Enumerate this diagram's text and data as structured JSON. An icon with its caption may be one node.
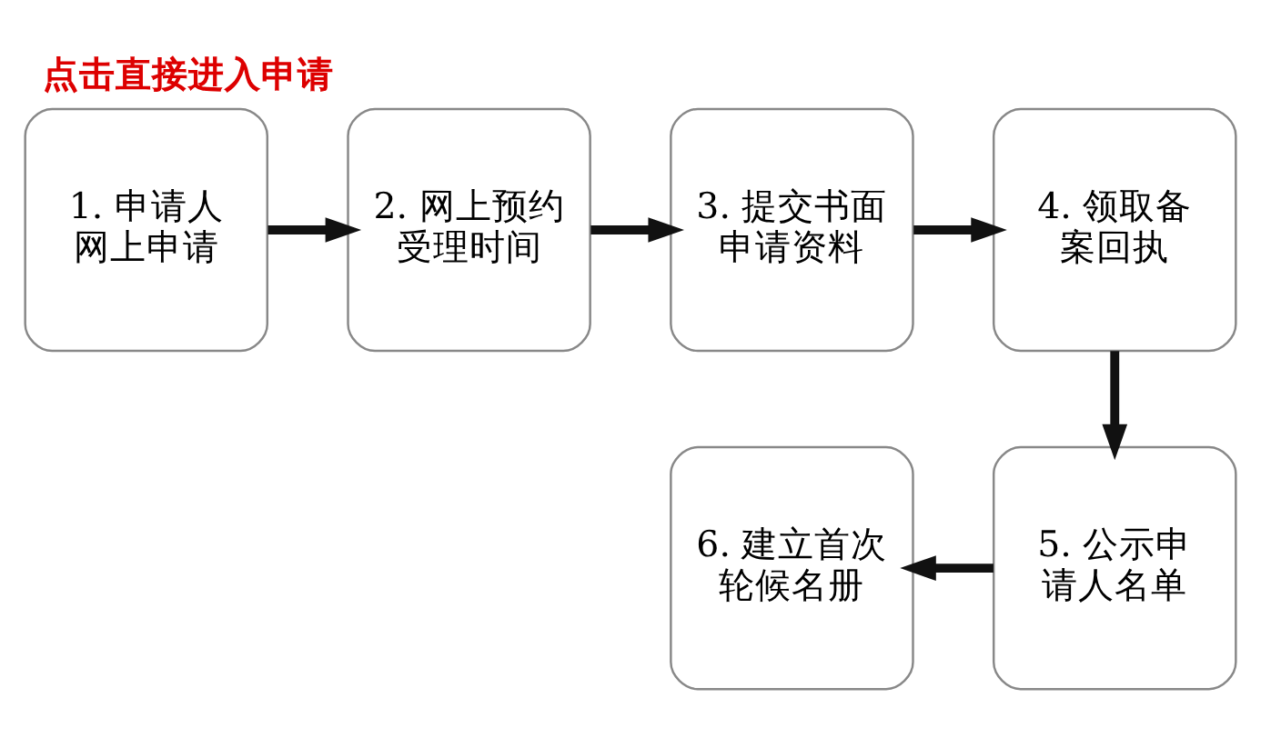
{
  "diagram": {
    "title": "点击直接进入申请",
    "nodes": [
      {
        "text": [
          "1. 申请人网上申请"
        ]
      },
      {
        "text": [
          "2. 网上预约受理时间"
        ]
      },
      {
        "text": [
          "3. 提交书面申请资料"
        ]
      },
      {
        "text": [
          "4. 领取备案回执"
        ]
      },
      {
        "text": [
          "5. 公示申请人名单"
        ]
      },
      {
        "text": [
          "6. 建立首次轮候名册"
        ]
      }
    ],
    "edges": [
      {
        "from": 0,
        "to": 1,
        "arrow": "to"
      },
      {
        "from": 1,
        "to": 2,
        "arrow": "to"
      },
      {
        "from": 2,
        "to": 3,
        "arrow": "to"
      },
      {
        "from": 3,
        "to": 4,
        "arrow": "to"
      },
      {
        "from": 4,
        "to": 5,
        "arrow": "to"
      }
    ]
  }
}
